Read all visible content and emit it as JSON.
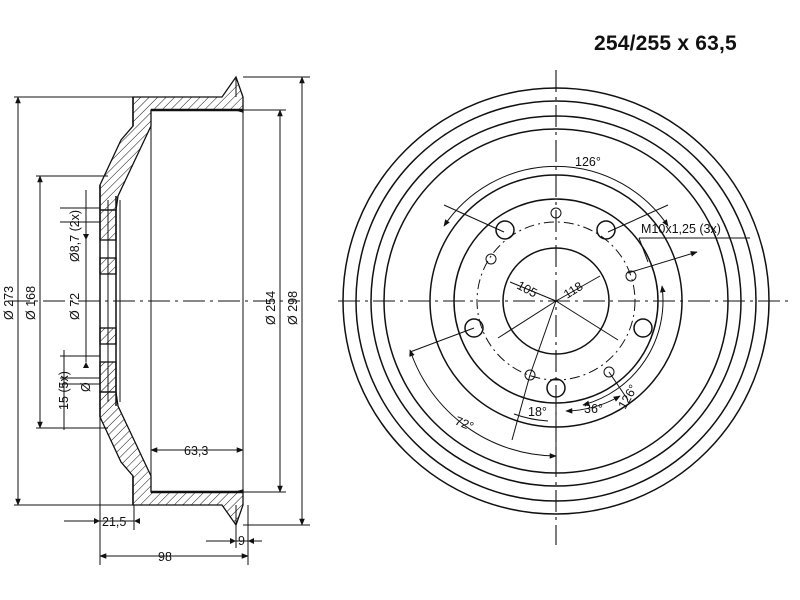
{
  "title": "254/255 x 63,5",
  "side_view": {
    "dia_273": "Ø 273",
    "dia_168": "Ø 168",
    "dia_72": "Ø 72",
    "dia_8_7": "Ø8,7 (2x)",
    "dia_15": "15 (5x)",
    "dia_small": "Ø",
    "dia_254": "Ø 254",
    "dia_298": "Ø 298",
    "width_63_3": "63,3",
    "width_21_5": "21,5",
    "width_98": "98",
    "width_9": "9"
  },
  "front_view": {
    "angle_126_top": "126°",
    "thread": "M10x1,25 (3x)",
    "pcd_105": "105",
    "pcd_118": "118",
    "angle_18": "18°",
    "angle_36": "36°",
    "angle_126_right": "126°",
    "angle_72": "72°"
  }
}
